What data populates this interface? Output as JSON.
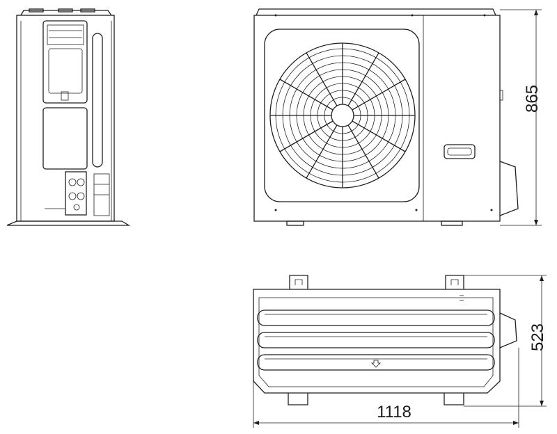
{
  "dimensions": {
    "height": "865",
    "depth": "523",
    "width": "1118"
  },
  "colors": {
    "line": "#1e1e1e",
    "background": "#ffffff"
  }
}
